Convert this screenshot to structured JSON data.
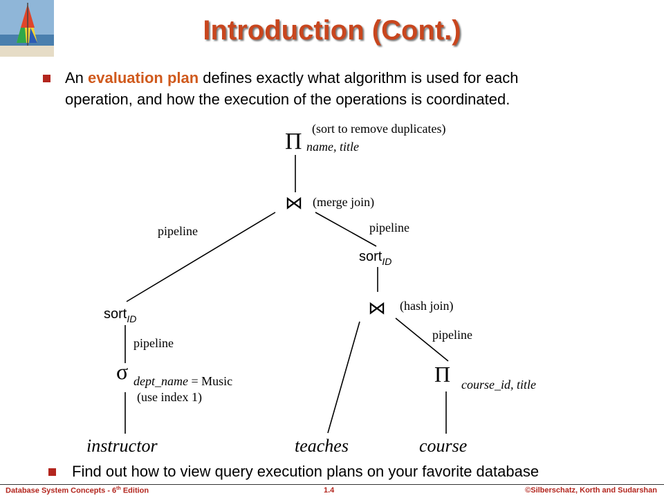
{
  "slide": {
    "title": "Introduction (Cont.)"
  },
  "bullets": [
    {
      "pre": "An ",
      "highlight": "evaluation plan",
      "line1_rest": " defines exactly what algorithm is used for each",
      "line2": "operation, and how the execution of the operations is coordinated."
    },
    {
      "text": "Find out how to view query execution plans on your favorite database"
    }
  ],
  "diagram": {
    "root": {
      "symbol": "Π",
      "subscript": "name, title",
      "note": "(sort to remove duplicates)"
    },
    "merge_join": {
      "symbol": "⋈",
      "note": "(merge join)"
    },
    "left_edge_label": "pipeline",
    "right_edge_label": "pipeline",
    "sort_right": {
      "text": "sort",
      "subscript": "ID"
    },
    "hash_join": {
      "symbol": "⋈",
      "note": "(hash join)"
    },
    "hash_edge_label": "pipeline",
    "sort_left": {
      "text": "sort",
      "subscript": "ID"
    },
    "left_pipeline": "pipeline",
    "selection": {
      "symbol": "σ",
      "subscript": "dept_name",
      "condition": " = Music",
      "note": "(use index 1)"
    },
    "projection": {
      "symbol": "Π",
      "subscript": "course_id, title"
    },
    "relations": [
      "instructor",
      "teaches",
      "course"
    ]
  },
  "footer": {
    "left_text": "Database System Concepts - 6",
    "left_sup": "th",
    "left_suffix": " Edition",
    "center": "1.4",
    "right": "©Silberschatz, Korth and Sudarshan"
  }
}
